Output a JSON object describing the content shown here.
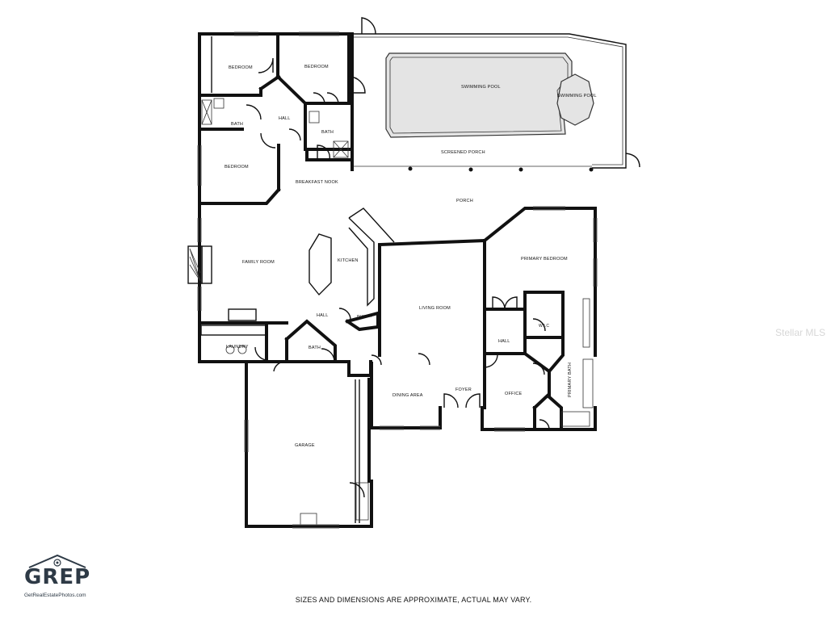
{
  "rooms": {
    "bedroom_1": "BEDROOM",
    "bedroom_2": "BEDROOM",
    "bedroom_3": "BEDROOM",
    "bath_1": "BATH",
    "bath_2": "BATH",
    "bath_3": "BATH",
    "hall_1": "HALL",
    "hall_2": "HALL",
    "hall_3": "HALL",
    "swimming_pool": "SWIMMING POOL",
    "spa": "SWIMMING POOL",
    "screened_porch": "SCREENED PORCH",
    "breakfast_nook": "BREAKFAST NOOK",
    "porch": "PORCH",
    "primary_bedroom": "PRIMARY BEDROOM",
    "family_room": "FAMILY ROOM",
    "kitchen": "KITCHEN",
    "pantry": "PANTRY",
    "living_room": "LIVING ROOM",
    "wic": "W.I.C",
    "laundry": "LAUNDRY",
    "dining_area": "DINING AREA",
    "foyer": "FOYER",
    "office": "OFFICE",
    "primary_bath": "PRIMARY BATH",
    "garage": "GARAGE"
  },
  "brand": {
    "name": "GREP",
    "url": "GetRealEstatePhotos.com"
  },
  "disclaimer": "SIZES AND DIMENSIONS ARE APPROXIMATE, ACTUAL MAY VARY.",
  "watermark": "Stellar MLS"
}
